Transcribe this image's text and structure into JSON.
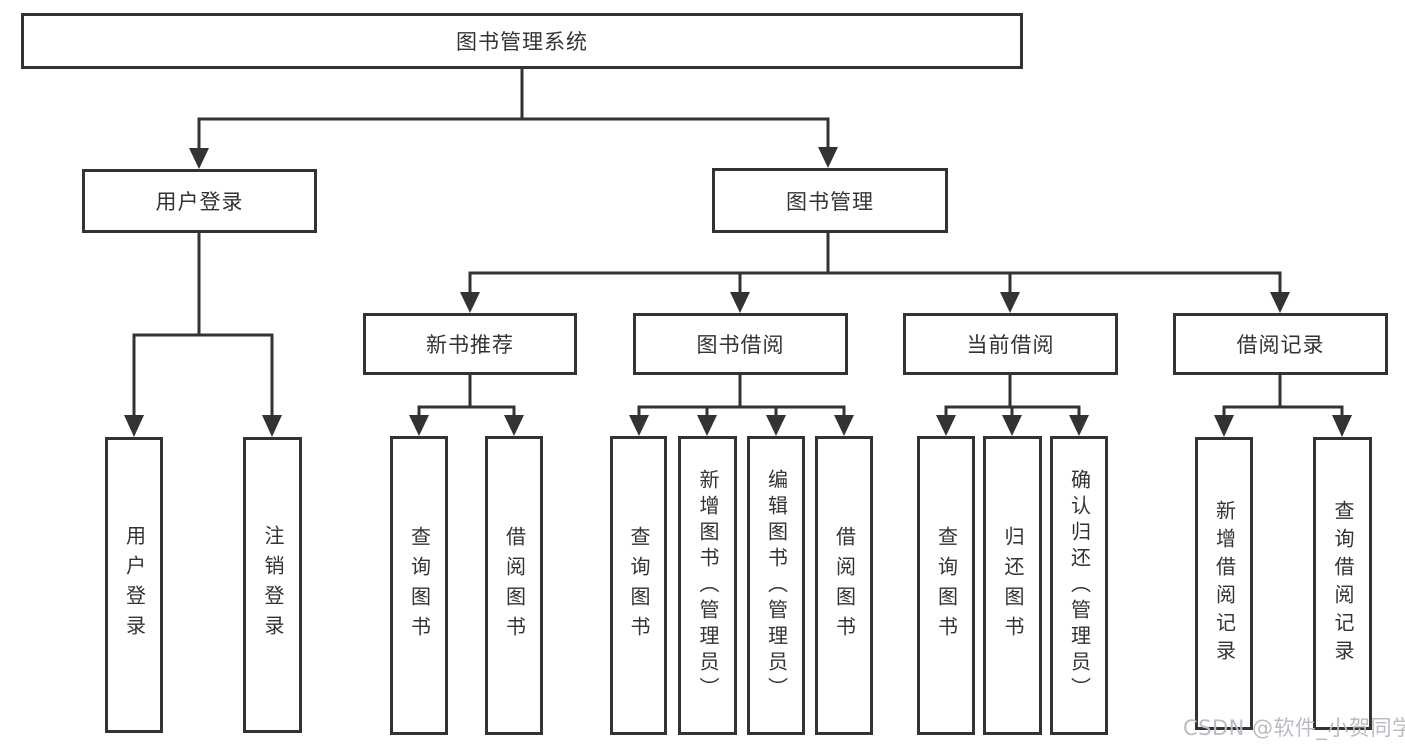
{
  "tree": {
    "label": "图书管理系统",
    "children": [
      {
        "label": "用户登录",
        "children": [
          {
            "label": "用户登录"
          },
          {
            "label": "注销登录"
          }
        ]
      },
      {
        "label": "图书管理",
        "children": [
          {
            "label": "新书推荐",
            "children": [
              {
                "label": "查询图书"
              },
              {
                "label": "借阅图书"
              }
            ]
          },
          {
            "label": "图书借阅",
            "children": [
              {
                "label": "查询图书"
              },
              {
                "label": "新增图书（管理员）"
              },
              {
                "label": "编辑图书（管理员）"
              },
              {
                "label": "借阅图书"
              }
            ]
          },
          {
            "label": "当前借阅",
            "children": [
              {
                "label": "查询图书"
              },
              {
                "label": "归还图书"
              },
              {
                "label": "确认归还（管理员）"
              }
            ]
          },
          {
            "label": "借阅记录",
            "children": [
              {
                "label": "新增借阅记录"
              },
              {
                "label": "查询借阅记录"
              }
            ]
          }
        ]
      }
    ]
  },
  "watermark": "CSDN @软件_小贺同学",
  "colors": {
    "line": "#333333",
    "box_border": "#333333",
    "text": "#333333",
    "background": "#ffffff",
    "watermark": "#b9bdc2"
  }
}
